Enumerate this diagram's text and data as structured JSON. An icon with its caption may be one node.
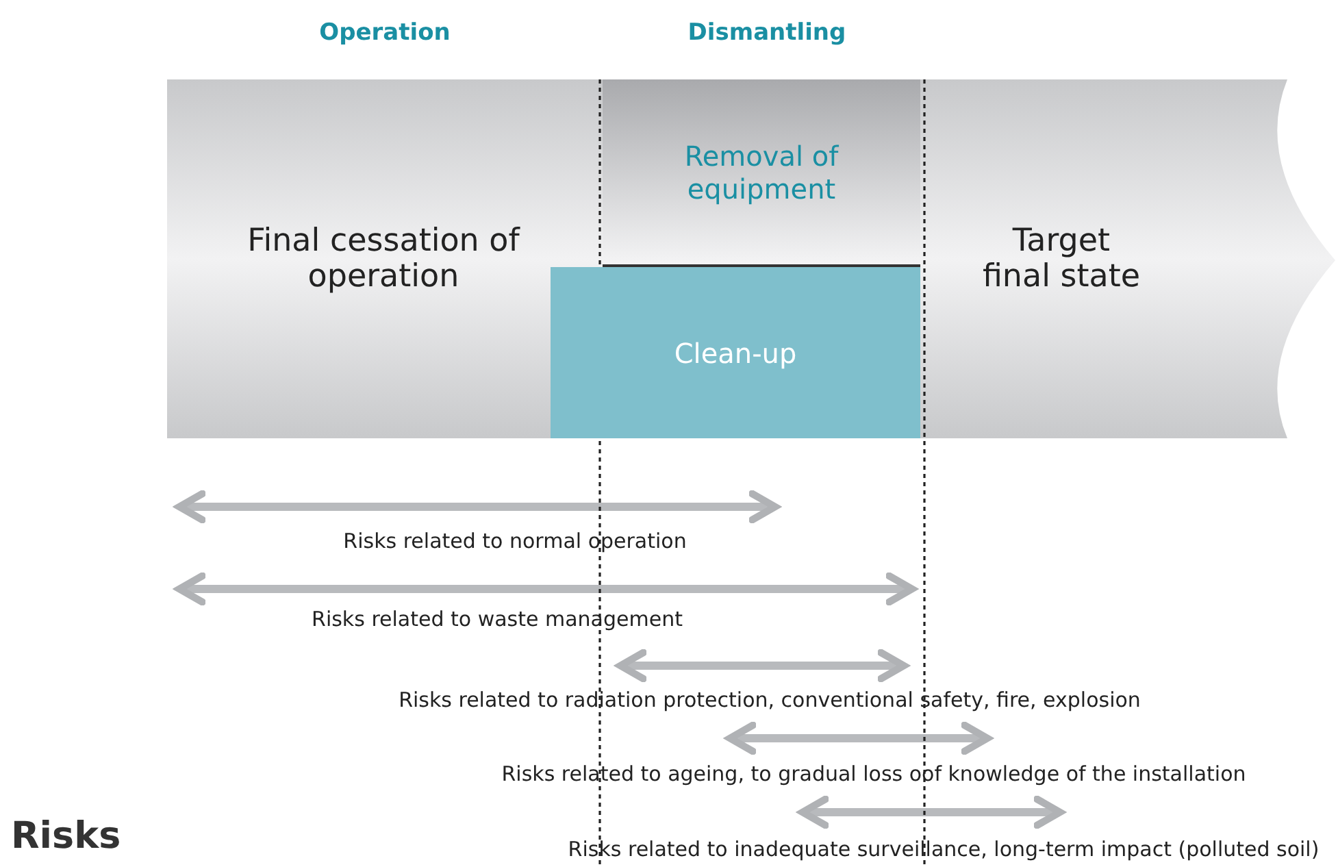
{
  "diagram": {
    "nodes": [
      {
        "text": [
          "Final cessation of operation"
        ]
      },
      {
        "text": [
          "Removal of equipment"
        ]
      },
      {
        "text": [
          "Clean-up"
        ]
      },
      {
        "text": [
          "Target final state"
        ]
      }
    ],
    "labels": [
      "Operation",
      "Dismantling",
      "Risks related to normal operation",
      "Risks related to waste management",
      "Risks related to radiation protection, conventional safety, fire, explosion",
      "Risks related to ageing, to gradual loss oof knowledge of the installation",
      "Risks related to inadequate surveillance, long-term impact (polluted soil)",
      "Risks"
    ]
  }
}
